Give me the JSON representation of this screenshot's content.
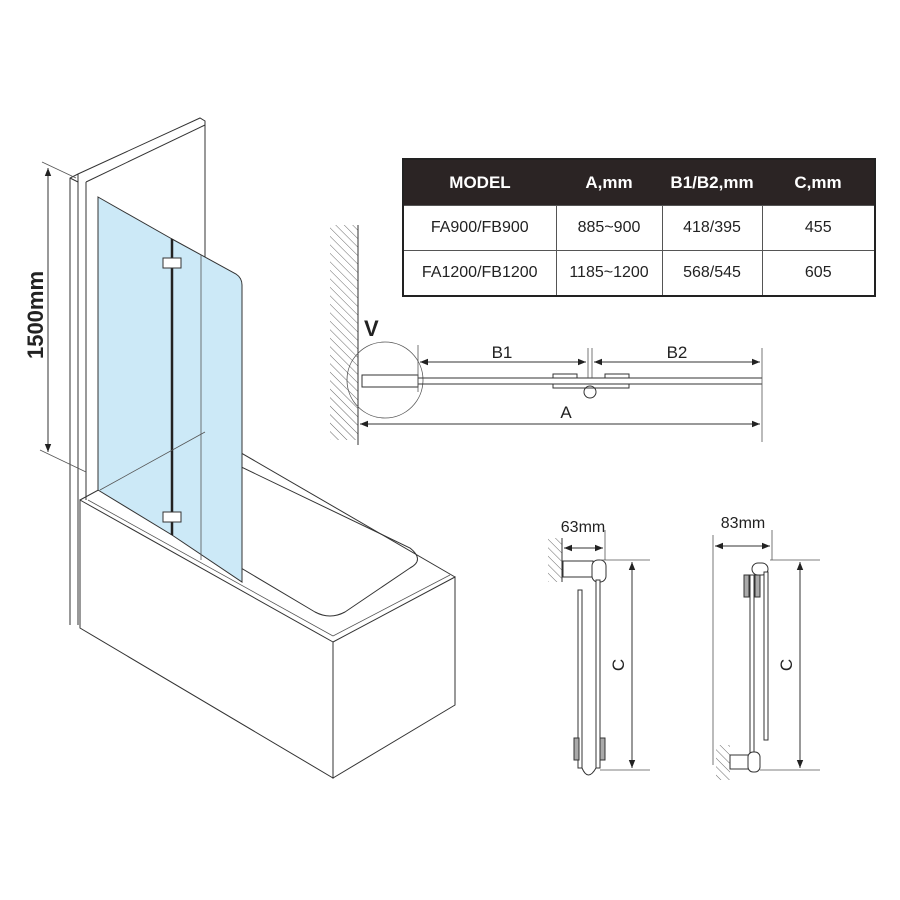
{
  "table": {
    "headers": [
      "MODEL",
      "A,mm",
      "B1/B2,mm",
      "C,mm"
    ],
    "rows": [
      [
        "FA900/FB900",
        "885~900",
        "418/395",
        "455"
      ],
      [
        "FA1200/FB1200",
        "1185~1200",
        "568/545",
        "605"
      ]
    ]
  },
  "perspective": {
    "height_label": "1500mm"
  },
  "plan": {
    "detail_label": "V",
    "b1": "B1",
    "b2": "B2",
    "a": "A"
  },
  "side_a": {
    "width_label": "63mm",
    "c": "C"
  },
  "side_b": {
    "width_label": "83mm",
    "c": "C"
  },
  "colors": {
    "glass": "#cce9f7",
    "header": "#2b2424"
  }
}
